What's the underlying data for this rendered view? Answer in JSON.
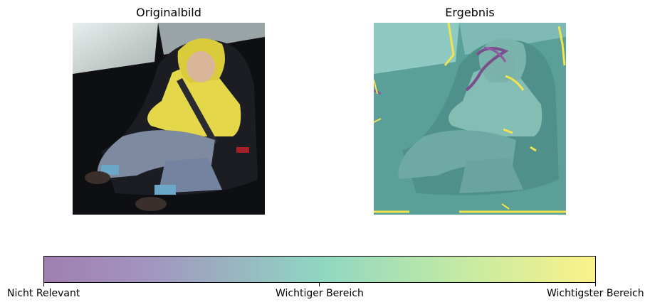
{
  "panels": {
    "left_title": "Originalbild",
    "right_title": "Ergebnis"
  },
  "colorbar": {
    "tick_labels": [
      "Nicht Relevant",
      "Wichtiger Bereich",
      "Wichtigster Bereich"
    ],
    "colors": [
      "#a07fb0",
      "#8fd6c2",
      "#fbf28a"
    ]
  },
  "chart_data": {
    "type": "heatmap",
    "title": "Ergebnis",
    "colorbar_labels": [
      "Nicht Relevant",
      "Wichtiger Bereich",
      "Wichtigster Bereich"
    ],
    "colormap": [
      "#a07fb0",
      "#8fd6c2",
      "#fbf28a"
    ]
  }
}
